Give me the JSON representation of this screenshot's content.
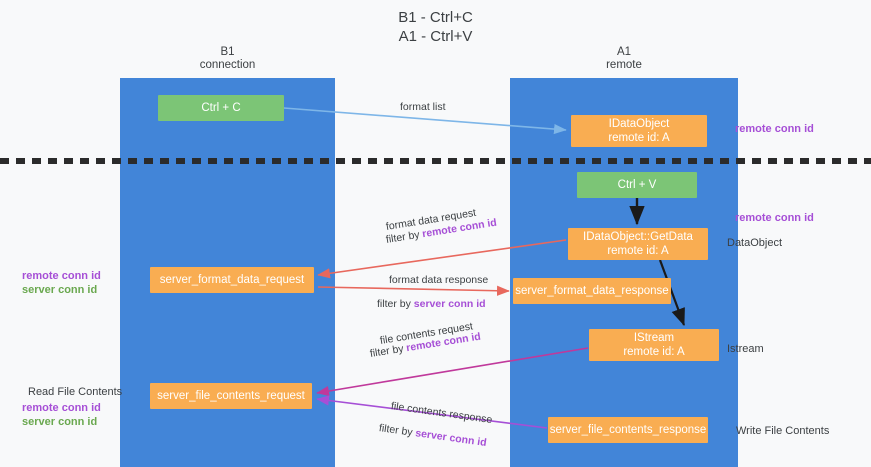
{
  "title": {
    "line1": "B1 - Ctrl+C",
    "line2": "A1 - Ctrl+V"
  },
  "lanes": [
    {
      "id": "b1",
      "name": "B1",
      "role": "connection",
      "color": "#4285d8"
    },
    {
      "id": "a1",
      "name": "A1",
      "role": "remote",
      "color": "#4285d8"
    }
  ],
  "nodes": {
    "ctrl_c": {
      "label": "Ctrl + C",
      "color": "#7cc576"
    },
    "idataobject": {
      "line1": "IDataObject",
      "line2": "remote id: A",
      "color": "#f9ad52"
    },
    "ctrl_v": {
      "label": "Ctrl + V",
      "color": "#7cc576"
    },
    "getdata": {
      "line1": "IDataObject::GetData",
      "line2": "remote id: A",
      "color": "#f9ad52"
    },
    "server_format_data_request": {
      "label": "server_format_data_request",
      "color": "#f9ad52"
    },
    "server_format_data_response": {
      "label": "server_format_data_response",
      "color": "#f9ad52"
    },
    "istream": {
      "line1": "IStream",
      "line2": "remote id: A",
      "color": "#f9ad52"
    },
    "server_file_contents_request": {
      "label": "server_file_contents_request",
      "color": "#f9ad52"
    },
    "server_file_contents_response": {
      "label": "server_file_contents_response",
      "color": "#f9ad52"
    }
  },
  "edges": {
    "format_list": "format list",
    "format_data_request": "format data request",
    "format_data_request_filter_prefix": "filter by ",
    "format_data_request_filter_key": "remote conn id",
    "format_data_response": "format data response",
    "format_data_response_filter_prefix": "filter by ",
    "format_data_response_filter_key": "server conn id",
    "file_contents_request": "file contents request",
    "file_contents_request_filter_prefix": "filter by ",
    "file_contents_request_filter_key": "remote conn id",
    "file_contents_response": "file contents response",
    "file_contents_response_filter_prefix": "filter by ",
    "file_contents_response_filter_key": "server conn id"
  },
  "right_notes": {
    "remote_conn_id_top": "remote conn id",
    "remote_conn_id_mid": "remote conn id",
    "dataobject": "DataObject",
    "istream": "Istream",
    "write_file_contents": "Write File Contents"
  },
  "left_notes": {
    "remote_conn_id": "remote conn id",
    "server_conn_id": "server conn id",
    "read_file_contents": "Read File Contents",
    "remote_conn_id_2": "remote conn id",
    "server_conn_id_2": "server conn id"
  },
  "colors": {
    "lane": "#4285d8",
    "green_node": "#7cc576",
    "orange_node": "#f9ad52",
    "purple_text": "#a64fd6",
    "green_text": "#6aa84f",
    "arrow_blue": "#7eb6e8",
    "arrow_red": "#e8685d",
    "arrow_black": "#1a1a1a",
    "arrow_magenta": "#c0399b",
    "arrow_purple": "#a64fd6",
    "background": "#f8f9fa"
  }
}
